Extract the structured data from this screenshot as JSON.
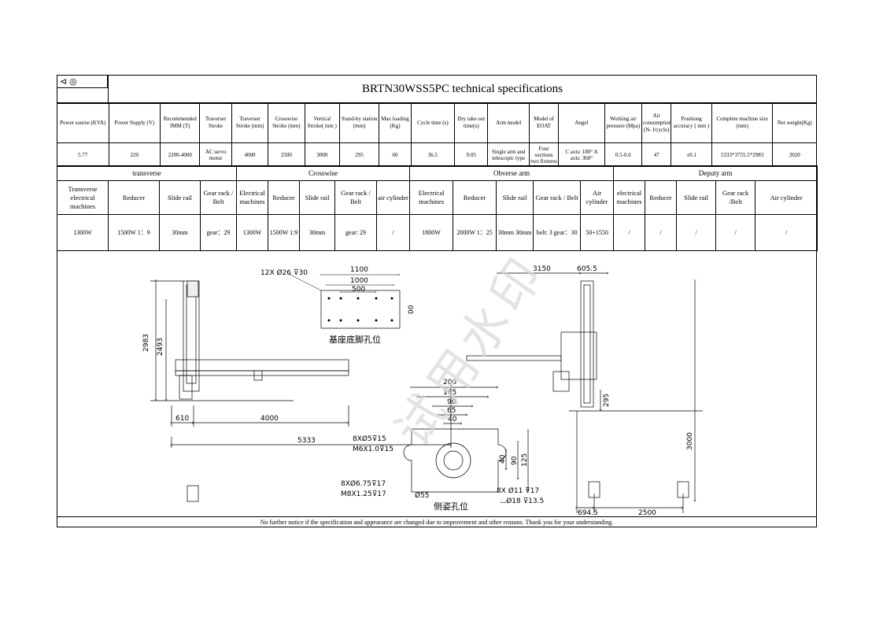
{
  "header": {
    "logo_text": "⊲ ◎",
    "title": "BRTN30WSS5PC  technical specifications"
  },
  "specs": {
    "headers": [
      "Power sourse (KVA)",
      "Power Supply (V)",
      "Recommended IMM (T)",
      "Traverser Stroke",
      "Traverser Stroke (mm)",
      "Crosswise Stroke (mm)",
      "Vertical Stroke( mm )",
      "Stand-by station (mm)",
      "Max loading (Kg)",
      "Cycle time (s)",
      "Dry take out time(s)",
      "Arm model",
      "Model of EOAT",
      "Angel",
      "Working air pressure (Mpa)",
      "Air consumption (N- l/cycle)",
      "Positiong accuracy ( mm )",
      "Complete machine size (mm)",
      "Net weight(Kg)"
    ],
    "values": [
      "5.77",
      "220",
      "2200-4000",
      "AC servo motor",
      "4000",
      "2500",
      "3000",
      "295",
      "60",
      "36.5",
      "9.05",
      "Single arm and telescopic type",
      "Four suctions two fixtures",
      "C axis: 180° A axis: 360°",
      "0.5-0.6",
      "47",
      "±0.1",
      "5333*3755.5*2983",
      "2020"
    ]
  },
  "groups": [
    "transverse",
    "Crosswise",
    "Obverse arm",
    "Deputy arm"
  ],
  "drive": {
    "headers": [
      "Transverse electrical machines",
      "Reducer",
      "Slide rail",
      "Gear rack / Belt",
      "Electrical machines",
      "Reducer",
      "Slide rail",
      "Gear rack / Belt",
      "air cylinder",
      "Electrical machines",
      "Reducer",
      "Slide rail",
      "Gear rack / Belt",
      "Air cylinder",
      "electrical machines",
      "Reducer",
      "Slide rail",
      "Gear rack /Belt",
      "Air cylinder"
    ],
    "values": [
      "1300W",
      "1500W 1：9",
      "30mm",
      "gear：29",
      "1300W",
      "1500W 1:9",
      "30mm",
      "gear: 29",
      "/",
      "1800W",
      "2000W 1：25",
      "30mm 30mm",
      "belt: 3 gear：30",
      "50+1550",
      "/",
      "/",
      "/",
      "/",
      "/"
    ]
  },
  "drawing": {
    "watermark": "试用水印",
    "dims": {
      "d2983": "2983",
      "d2493": "2493",
      "d610": "610",
      "d4000": "4000",
      "d5333": "5333",
      "d1100": "1100",
      "d1000": "1000",
      "d500": "500",
      "d00": "00",
      "holes": "12X  Ø26  ⊽30",
      "base_label": "基座底脚孔位",
      "d3150": "3150",
      "d6055": "605.5",
      "d295": "295",
      "d3000": "3000",
      "d6945": "694.5",
      "d2500": "2500",
      "d200": "200",
      "d165": "165",
      "d90": "90",
      "d65": "65",
      "d40": "40",
      "d40v": "40",
      "d90v": "90",
      "d125": "125",
      "h1": "8XØ5⊽15",
      "h2": "M6X1.0⊽15",
      "h3": "8XØ6.75⊽17",
      "h4": "M8X1.25⊽17",
      "d55": "Ø55",
      "h5": "8X  Ø11  ⊽17",
      "h6": "⌴Ø18  ⊽13.5",
      "side_label": "侧姿孔位"
    }
  },
  "footer": "No further notice if the specification and appearance are changed due to improvement and other reasons. Thank you for your understanding."
}
